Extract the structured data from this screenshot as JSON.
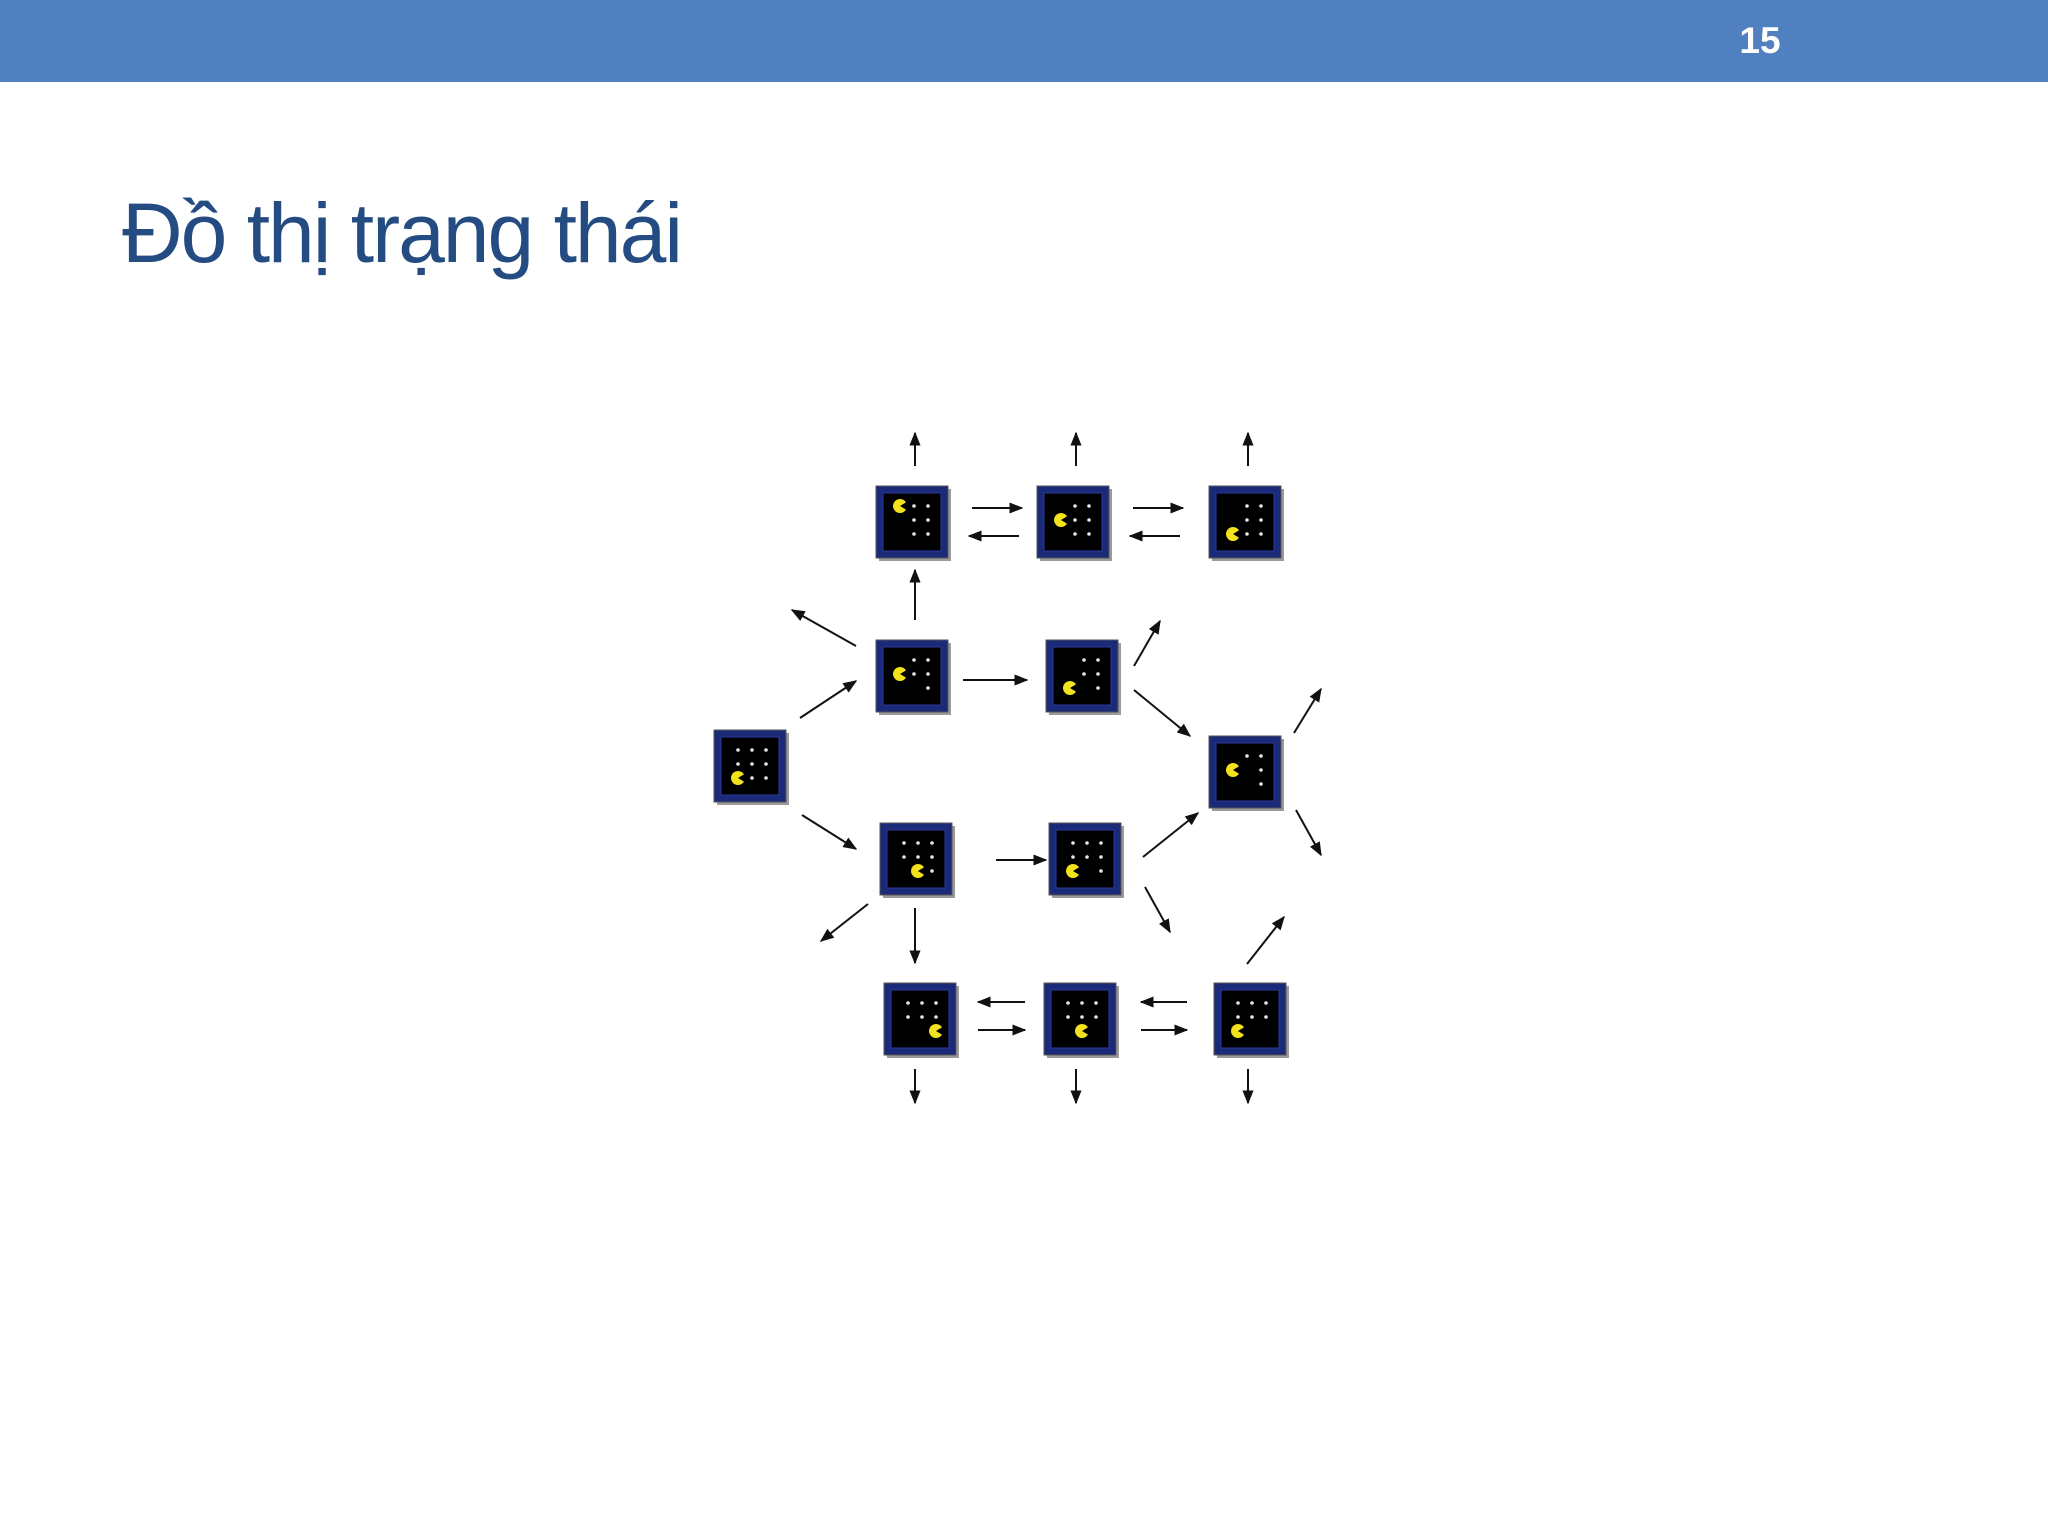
{
  "header": {
    "slide_number": "15"
  },
  "title": "Đồ thị trạng thái",
  "colors": {
    "bar": "#5080bf",
    "title": "#244c82",
    "tile_border": "#1b2a78",
    "tile_bg": "#000000",
    "pacman": "#f2e21c",
    "food": "#e6e6e6",
    "arrow": "#111111"
  },
  "diagram": {
    "states": [
      {
        "id": "r1c1",
        "pacman": [
          0,
          0
        ],
        "food": [
          [
            1,
            0
          ],
          [
            2,
            0
          ],
          [
            1,
            1
          ],
          [
            2,
            1
          ],
          [
            1,
            2
          ],
          [
            2,
            2
          ]
        ]
      },
      {
        "id": "r1c2",
        "pacman": [
          0,
          1
        ],
        "food": [
          [
            1,
            0
          ],
          [
            2,
            0
          ],
          [
            1,
            1
          ],
          [
            2,
            1
          ],
          [
            1,
            2
          ],
          [
            2,
            2
          ]
        ]
      },
      {
        "id": "r1c3",
        "pacman": [
          0,
          2
        ],
        "food": [
          [
            1,
            0
          ],
          [
            2,
            0
          ],
          [
            1,
            1
          ],
          [
            2,
            1
          ],
          [
            1,
            2
          ],
          [
            2,
            2
          ]
        ]
      },
      {
        "id": "r2c1",
        "pacman": [
          0,
          1
        ],
        "food": [
          [
            1,
            0
          ],
          [
            2,
            0
          ],
          [
            1,
            1
          ],
          [
            2,
            1
          ],
          [
            2,
            2
          ]
        ]
      },
      {
        "id": "r2c2",
        "pacman": [
          0,
          2
        ],
        "food": [
          [
            1,
            0
          ],
          [
            2,
            0
          ],
          [
            1,
            1
          ],
          [
            2,
            1
          ],
          [
            2,
            2
          ]
        ]
      },
      {
        "id": "r3c0",
        "pacman": [
          0,
          2
        ],
        "food": [
          [
            0,
            0
          ],
          [
            1,
            0
          ],
          [
            2,
            0
          ],
          [
            0,
            1
          ],
          [
            1,
            1
          ],
          [
            2,
            1
          ],
          [
            1,
            2
          ],
          [
            2,
            2
          ]
        ]
      },
      {
        "id": "r3c3",
        "pacman": [
          0,
          1
        ],
        "food": [
          [
            1,
            0
          ],
          [
            2,
            0
          ],
          [
            2,
            1
          ],
          [
            2,
            2
          ]
        ]
      },
      {
        "id": "r4c1",
        "pacman": [
          1,
          2
        ],
        "food": [
          [
            0,
            0
          ],
          [
            1,
            0
          ],
          [
            2,
            0
          ],
          [
            0,
            1
          ],
          [
            1,
            1
          ],
          [
            2,
            1
          ],
          [
            2,
            2
          ]
        ]
      },
      {
        "id": "r4c2",
        "pacman": [
          0,
          2
        ],
        "food": [
          [
            0,
            0
          ],
          [
            1,
            0
          ],
          [
            2,
            0
          ],
          [
            0,
            1
          ],
          [
            1,
            1
          ],
          [
            2,
            1
          ],
          [
            2,
            2
          ]
        ]
      },
      {
        "id": "r5c1",
        "pacman": [
          2,
          2
        ],
        "food": [
          [
            0,
            0
          ],
          [
            1,
            0
          ],
          [
            2,
            0
          ],
          [
            0,
            1
          ],
          [
            1,
            1
          ],
          [
            2,
            1
          ]
        ]
      },
      {
        "id": "r5c2",
        "pacman": [
          1,
          2
        ],
        "food": [
          [
            0,
            0
          ],
          [
            1,
            0
          ],
          [
            2,
            0
          ],
          [
            0,
            1
          ],
          [
            1,
            1
          ],
          [
            2,
            1
          ]
        ]
      },
      {
        "id": "r5c3",
        "pacman": [
          0,
          2
        ],
        "food": [
          [
            0,
            0
          ],
          [
            1,
            0
          ],
          [
            2,
            0
          ],
          [
            0,
            1
          ],
          [
            1,
            1
          ],
          [
            2,
            1
          ]
        ]
      }
    ]
  }
}
